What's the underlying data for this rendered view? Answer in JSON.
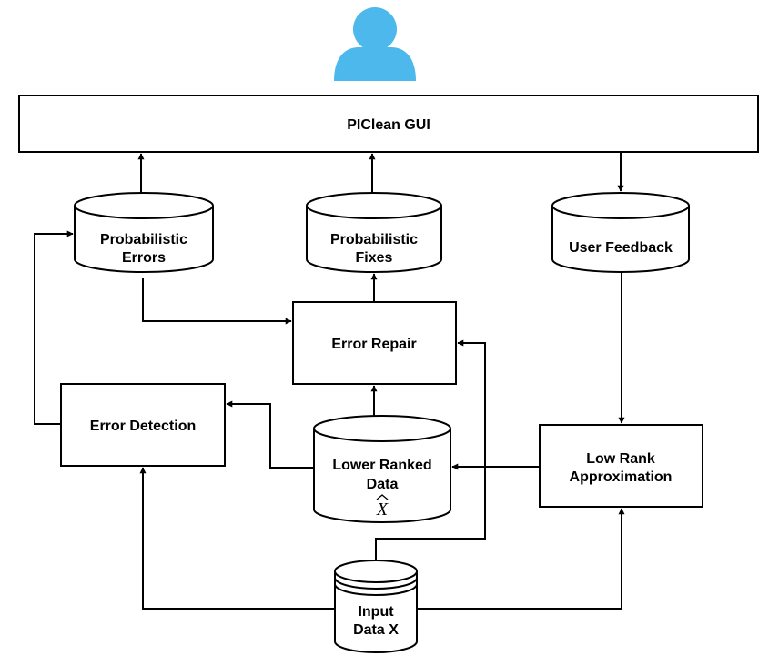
{
  "colors": {
    "user_icon": "#4db8ec",
    "stroke": "#000000",
    "fill": "#ffffff"
  },
  "icons": {
    "user": "user-icon"
  },
  "nodes": {
    "gui": {
      "label": "PIClean GUI"
    },
    "prob_errors": {
      "line1": "Probabilistic",
      "line2": "Errors"
    },
    "prob_fixes": {
      "line1": "Probabilistic",
      "line2": "Fixes"
    },
    "user_feedback": {
      "label": "User Feedback"
    },
    "error_repair": {
      "label": "Error Repair"
    },
    "error_detection": {
      "label": "Error Detection"
    },
    "lower_ranked": {
      "line1": "Lower Ranked",
      "line2": "Data",
      "symbol": "X"
    },
    "low_rank": {
      "line1": "Low Rank",
      "line2": "Approximation"
    },
    "input_data": {
      "line1": "Input",
      "line2": "Data X"
    }
  }
}
